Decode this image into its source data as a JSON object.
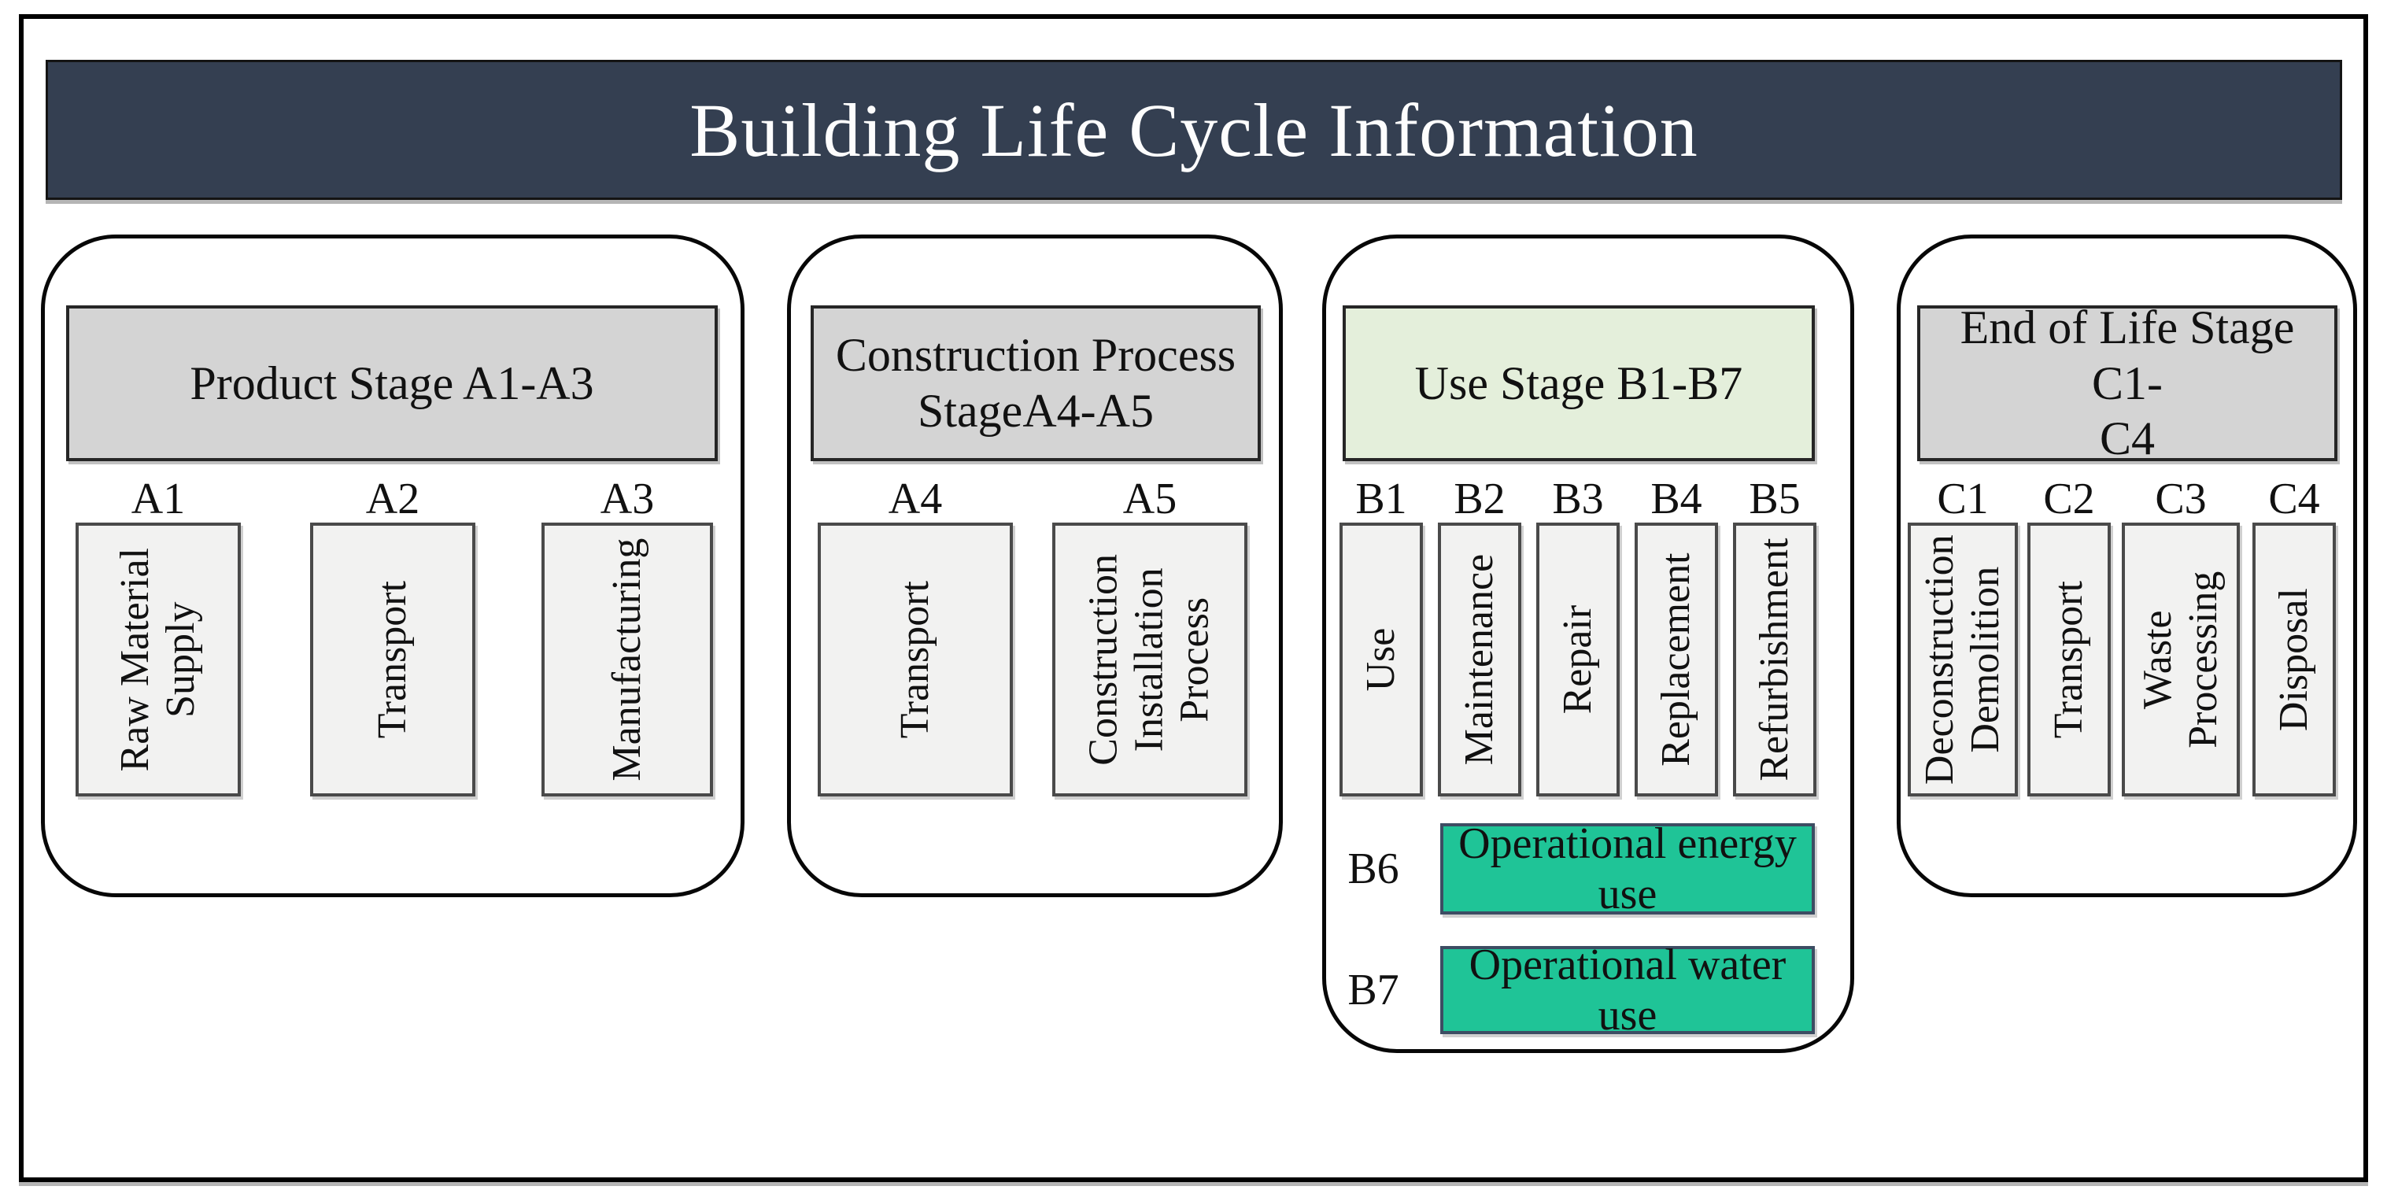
{
  "title": "Building Life Cycle Information",
  "colors": {
    "title_bg": "#343f51",
    "header_gray": "#d4d4d4",
    "header_green": "#e4efdb",
    "accent_green": "#1fc497",
    "box_fill": "#f2f2f1"
  },
  "groups": [
    {
      "header": "Product Stage A1-A3",
      "columns": [
        {
          "code": "A1",
          "label": "Raw Material\nSupply"
        },
        {
          "code": "A2",
          "label": "Transport"
        },
        {
          "code": "A3",
          "label": "Manufacturing"
        }
      ]
    },
    {
      "header": "Construction Process\nStageA4-A5",
      "columns": [
        {
          "code": "A4",
          "label": "Transport"
        },
        {
          "code": "A5",
          "label": "Construction\nInstallation\nProcess"
        }
      ]
    },
    {
      "header": "Use Stage B1-B7",
      "columns": [
        {
          "code": "B1",
          "label": "Use"
        },
        {
          "code": "B2",
          "label": "Maintenance"
        },
        {
          "code": "B3",
          "label": "Repair"
        },
        {
          "code": "B4",
          "label": "Replacement"
        },
        {
          "code": "B5",
          "label": "Refurbishment"
        }
      ],
      "rows": [
        {
          "code": "B6",
          "label": "Operational energy\nuse"
        },
        {
          "code": "B7",
          "label": "Operational water\nuse"
        }
      ]
    },
    {
      "header": "End of Life Stage C1-\nC4",
      "columns": [
        {
          "code": "C1",
          "label": "Deconstruction\nDemolition"
        },
        {
          "code": "C2",
          "label": "Transport"
        },
        {
          "code": "C3",
          "label": "Waste\nProcessing"
        },
        {
          "code": "C4",
          "label": "Disposal"
        }
      ]
    }
  ]
}
